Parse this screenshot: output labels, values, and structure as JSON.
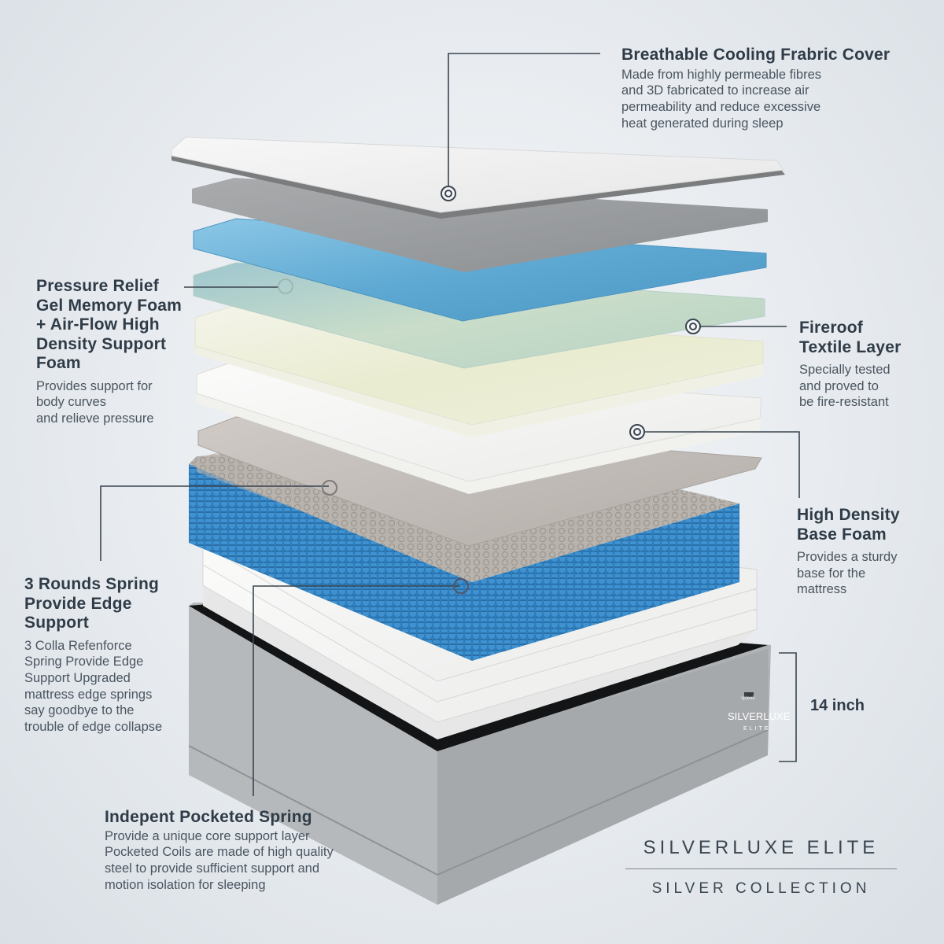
{
  "callouts": {
    "cover": {
      "title": "Breathable Cooling Frabric Cover",
      "desc": "Made from highly permeable fibres\nand 3D fabricated to increase air\npermeability and reduce excessive\nheat generated during sleep"
    },
    "gel_foam": {
      "title": "Pressure Relief\nGel Memory Foam\n+ Air-Flow High\nDensity Support\nFoam",
      "desc": "Provides support for\nbody curves\nand relieve pressure"
    },
    "fireproof": {
      "title": "Fireroof\nTextile Layer",
      "desc": "Specially tested\nand proved to\nbe fire-resistant"
    },
    "base_foam": {
      "title": "High Density\nBase Foam",
      "desc": "Provides a sturdy\nbase for the\nmattress"
    },
    "edge_spring": {
      "title": "3 Rounds Spring\nProvide Edge\nSupport",
      "desc": "3 Colla Refenforce\nSpring Provide Edge\nSupport Upgraded\nmattress edge springs\nsay goodbye to the\ntrouble of edge collapse"
    },
    "pocket_spring": {
      "title": "Indepent Pocketed Spring",
      "desc": "Provide a unique core support layer\nPocketed Coils are made of high quality\nsteel to provide sufficient support and\nmotion isolation for sleeping"
    }
  },
  "height_label": "14 inch",
  "brand": {
    "name": "SILVERLUXE ELITE",
    "collection": "SILVER COLLECTION"
  },
  "mattress_label": {
    "small": "spleek",
    "name": "SILVERLUXE",
    "sub": "ELITE"
  },
  "colors": {
    "text_dark": "#2f3b47",
    "spring_blue": "#2f7fbd",
    "gel_blue": "#6fb4d8",
    "base_gray": "#9ea3a8"
  }
}
